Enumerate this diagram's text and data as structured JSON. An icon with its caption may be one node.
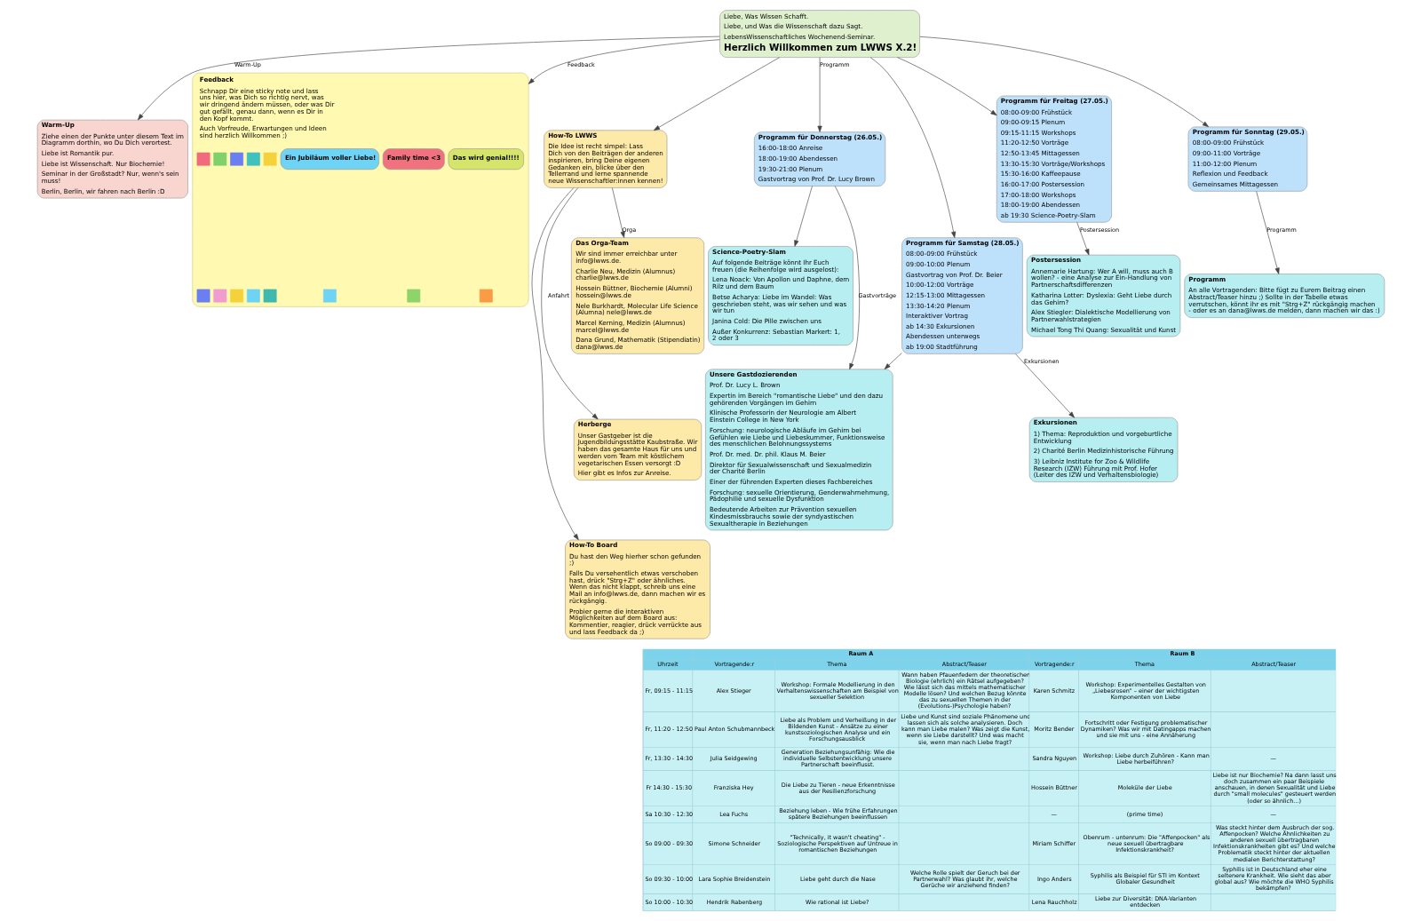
{
  "diagram": {
    "nodes": [
      {
        "text": [
          "Warm-Up",
          "Ziehe einen der Punkte unter diesem Text im Diagramm dorthin, wo Du Dich verortest.",
          "Liebe ist Romantik pur.",
          "Liebe ist Wissenschaft. Nur Biochemie!",
          "Seminar in der Großstadt? Nur, wenn's sein muss!",
          "Berlin, Berlin, wir fahren nach Berlin :D"
        ]
      },
      {
        "text": [
          "Liebe, Was Wissen Schafft.",
          "Liebe, und Was die Wissenschaft dazu Sagt.",
          "LebensWissenschaftliches Wochenend-Seminar.",
          "Herzlich Willkommen zum LWWS X.2!"
        ]
      },
      {
        "text": [
          "Feedback",
          "Schnapp Dir eine sticky note und lass uns hier, was Dich so richtig nervt, was wir dringend ändern müssen, oder was Dir gut gefällt, genau dann, wenn es Dir in den Kopf kommt.",
          "Auch Vorfreude, Erwartungen und Ideen sind herzlich Willkommen ;)"
        ]
      },
      {
        "text": [
          "Das wird genial!!!!"
        ],
        "in": 2
      },
      {
        "text": [
          "Family time <3"
        ],
        "in": 2
      },
      {
        "text": [
          "Ein Jubiläum voller Liebe!"
        ],
        "in": 2
      },
      {
        "text": [],
        "shape": "box",
        "in": 2
      },
      {
        "text": [],
        "shape": "box",
        "in": 2
      },
      {
        "text": [],
        "shape": "box",
        "in": 2
      },
      {
        "text": [],
        "shape": "box",
        "in": 2
      },
      {
        "text": [],
        "shape": "box",
        "in": 2
      },
      {
        "text": [],
        "shape": "box",
        "in": 2
      },
      {
        "text": [],
        "shape": "box",
        "in": 2
      },
      {
        "text": [],
        "shape": "box",
        "in": 2
      },
      {
        "text": [],
        "shape": "box",
        "in": 2
      },
      {
        "text": [],
        "shape": "box",
        "in": 2
      },
      {
        "text": [],
        "shape": "box",
        "in": 2
      },
      {
        "text": [],
        "shape": "box",
        "in": 2
      },
      {
        "text": [],
        "shape": "box",
        "in": 2
      },
      {
        "text": [
          "How-To LWWS",
          "Die Idee ist recht simpel: Lass Dich von den Beiträgen der anderen inspirieren, bring Deine eigenen Gedanken ein, blicke über den Tellerrand und lerne spannende neue Wissenschaftler:innen kennen!"
        ]
      },
      {
        "text": [
          "Das Orga-Team",
          "Wir sind immer erreichbar unter info@lwws.de.",
          "Charlie Neu, Medizin (Alumnus) charlie@lwws.de",
          "Hossein Büttner, Biochemie (Alumni) hossein@lwws.de",
          "Nele Burkhardt, Molecular Life Science (Alumna) nele@lwws.de",
          "Marcel Kerning, Medizin (Alumnus) marcel@lwws.de",
          "Dana Grund, Mathematik (Stipendiatin) dana@lwws.de"
        ]
      },
      {
        "text": [
          "Herberge",
          "Unser Gastgeber ist die Jugendbildungsstätte Kaubstraße. Wir haben das gesamte Haus für uns und werden vom Team mit köstlichem vegetarischen Essen versorgt :D",
          "Hier gibt es Infos zur Anreise."
        ]
      },
      {
        "text": [
          "How-To Board",
          "Du hast den Weg hierher schon gefunden ;)",
          "Falls Du versehentlich etwas verschoben hast, drück \"Strg+Z\" oder ähnliches. Wenn das nicht klappt, schreib uns eine Mail an info@lwws.de, dann machen wir es rückgängig.",
          "Probier gerne die interaktiven Möglichkeiten auf dem Board aus: Kommentier, reagier, drück verrückte aus und lass Feedback da ;)"
        ]
      },
      {
        "text": [
          "Programm für Donnerstag (26.05.)",
          "16:00-18:00 Anreise",
          "18:00-19:00 Abendessen",
          "19:30-21:00 Plenum",
          "Gastvortrag von Prof. Dr. Lucy Brown"
        ]
      },
      {
        "text": [
          "Programm für Freitag (27.05.)",
          "08:00-09:00 Frühstück",
          "09:00-09:15 Plenum",
          "09:15-11:15 Workshops",
          "11:20-12:50 Vorträge",
          "12:50-13:45 Mittagessen",
          "13:30-15:30 Vorträge/Workshops",
          "15:30-16:00 Kaffeepause",
          "16:00-17:00 Postersession",
          "17:00-18:00 Workshops",
          "18:00-19:00 Abendessen",
          "ab 19:30 Science-Poetry-Slam"
        ]
      },
      {
        "text": [
          "Programm für Samstag (28.05.)",
          "08:00-09:00 Frühstück",
          "09:00-10:00 Plenum",
          "Gastvortrag von Prof. Dr. Beier",
          "10:00-12:00 Vorträge",
          "12:15-13:00 Mittagessen",
          "13:30-14:20 Plenum",
          "Interaktiver Vortrag",
          "ab 14:30 Exkursionen",
          "Abendessen unterwegs",
          "ab 19:00 Stadtführung"
        ]
      },
      {
        "text": [
          "Programm für Sonntag (29.05.)",
          "08:00-09:00 Frühstück",
          "09:00-11:00 Vorträge",
          "11:00-12:00 Plenum",
          "Reflexion und Feedback",
          "Gemeinsames Mittagessen"
        ]
      },
      {
        "text": [
          "Science-Poetry-Slam",
          "Auf folgende Beiträge könnt Ihr Euch freuen (die Reihenfolge wird ausgelost):",
          "Lena Noack: Von Apollon und Daphne, dem Rilz und dem Baum",
          "Betse Acharya: Liebe im Wandel: Was geschrieben steht, was wir sehen und was wir tun",
          "Janina Cold: Die Pille zwischen uns",
          "Außer Konkurrenz: Sebastian Markert: 1, 2 oder 3"
        ]
      },
      {
        "text": [
          "Unsere Gastdozierenden",
          "Prof. Dr. Lucy L. Brown",
          "Expertin im Bereich \"romantische Liebe\" und den dazu gehörenden Vorgängen im Gehirn",
          "Klinische Professorin der Neurologie am Albert Einstein College in New York",
          "Forschung: neurologische Abläufe im Gehirn bei Gefühlen wie Liebe und Liebeskummer, Funktionsweise des menschlichen Belohnungssystems",
          "Prof. Dr. med. Dr. phil. Klaus M. Beier",
          "Direktor für Sexualwissenschaft und Sexualmedizin der Charité Berlin",
          "Einer der führenden Experten dieses Fachbereiches",
          "Forschung: sexuelle Orientierung, Genderwahrnehmung, Pädophilie und sexuelle Dysfunktion",
          "Bedeutende Arbeiten zur Prävention sexuellen Kindesmissbrauchs sowie der syndyastischen Sexualtherapie in Beziehungen"
        ]
      },
      {
        "text": [
          "Postersession",
          "Annemarie Hartung: Wer A will, muss auch B wollen? - eine Analyse zur Ein-Handlung von Partnerschaftsdifferenzen",
          "Katharina Lotter: Dyslexia: Geht Liebe durch das Gehirn?",
          "Alex Stiegler: Dialektische Modellierung von Partnerwahlstrategien",
          "Michael Tong Thi Quang: Sexualität und Kunst"
        ]
      },
      {
        "text": [
          "Exkursionen",
          "1) Thema: Reproduktion und vorgeburtliche Entwicklung",
          "2) Charité Berlin Medizinhistorische Führung",
          "3) Leibniz Institute for Zoo & Wildlife Research (IZW) Führung mit Prof. Hofer (Leiter des IZW und Verhaltensbiologie)"
        ]
      },
      {
        "text": [
          "Programm",
          "An alle Vortragenden: Bitte fügt zu Eurem Beitrag einen Abstract/Teaser hinzu ;) Sollte in der Tabelle etwas verrutschen, könnt ihr es mit \"Strg+Z\" rückgängig machen - oder es an dana@lwws.de melden, dann machen wir das :)"
        ]
      }
    ],
    "edges": [
      {
        "from": 1,
        "to": 0,
        "arrow": "to",
        "label": "Warm-Up"
      },
      {
        "from": 1,
        "to": 2,
        "arrow": "to",
        "label": "Feedback"
      },
      {
        "from": 1,
        "to": 19,
        "arrow": "to"
      },
      {
        "from": 19,
        "to": 20,
        "arrow": "to",
        "label": "Orga"
      },
      {
        "from": 19,
        "to": 21,
        "arrow": "to",
        "label": "Anfahrt"
      },
      {
        "from": 19,
        "to": 22,
        "arrow": "to"
      },
      {
        "from": 1,
        "to": 23,
        "arrow": "to",
        "label": "Programm"
      },
      {
        "from": 1,
        "to": 24,
        "arrow": "to"
      },
      {
        "from": 1,
        "to": 25,
        "arrow": "to"
      },
      {
        "from": 1,
        "to": 26,
        "arrow": "to"
      },
      {
        "from": 23,
        "to": 27,
        "arrow": "to"
      },
      {
        "from": 23,
        "to": 28,
        "arrow": "to",
        "label": "Gastvorträge"
      },
      {
        "from": 25,
        "to": 28,
        "arrow": "to"
      },
      {
        "from": 24,
        "to": 29,
        "arrow": "to",
        "label": "Postersession"
      },
      {
        "from": 25,
        "to": 30,
        "arrow": "to",
        "label": "Exkursionen"
      },
      {
        "from": 26,
        "to": 31,
        "arrow": "to",
        "label": "Programm"
      }
    ],
    "labels": [
      "Raum A",
      "Raum B",
      "Uhrzeit",
      "Vortragende:r",
      "Thema",
      "Abstract/Teaser",
      "Vortragende:r",
      "Thema",
      "Abstract/Teaser",
      "Fr, 09:15 - 11:15",
      "Alex Stieger",
      "Workshop: Formale Modellierung in den Verhaltenswissenschaften am Beispiel von sexueller Selektion",
      "Wann haben Pfauenfedern der theoretischen Biologie (ehrlich) ein Rätsel aufgegeben? Wie lässt sich das mittels mathematischer Modelle lösen? Und welchen Bezug könnte das zu sexuellen Themen in der (Evolutions-)Psychologie haben?",
      "Karen Schmitz",
      "Workshop: Experimentelles Gestalten von „Liebesrosen“ – einer der wichtigsten Komponenten von Liebe",
      "Fr, 11:20 - 12:50",
      "Paul Anton Schubmannbeck",
      "Liebe als Problem und Verheißung in der Bildenden Kunst - Ansätze zu einer kunstsoziologischen Analyse und ein Forschungsausblick",
      "Liebe und Kunst sind soziale Phänomene und lassen sich als solche analysieren. Doch kann man Liebe malen? Was zeigt die Kunst, wenn sie Liebe darstellt? Und was macht sie, wenn man nach Liebe fragt?",
      "Moritz Bender",
      "Fortschritt oder Festigung problematischer Dynamiken? Was wir mit Datingapps machen und sie mit uns - eine Annäherung",
      "Fr, 13:30 - 14:30",
      "Julia Seidgewing",
      "Generation Beziehungsunfähig: Wie die individuelle Selbstentwicklung unsere Partnerschaft beeinflusst.",
      "Sandra Nguyen",
      "Workshop: Liebe durch Zuhören - Kann man Liebe herbeiführen?",
      "—",
      "Fr 14:30 - 15:30",
      "Franziska Hey",
      "Die Liebe zu Tieren - neue Erkenntnisse aus der Resilienzforschung",
      "Hossein Büttner",
      "Moleküle der Liebe",
      "Liebe ist nur Biochemie? Na dann lasst uns doch zusammen ein paar Beispiele anschauen, in denen Sexualität und Liebe durch \"small molecules\" gesteuert werden (oder so ähnlich...)",
      "Sa 10:30 - 12:30",
      "Lea Fuchs",
      "Beziehung leben - Wie frühe Erfahrungen spätere Beziehungen beeinflussen",
      "—",
      "(prime time)",
      "—",
      "So 09:00 - 09:30",
      "Simone Schneider",
      "\"Technically, it wasn't cheating\" - Soziologische Perspektiven auf Untreue in romantischen Beziehungen",
      "Miriam Schiffer",
      "Obenrum - untenrum: Die \"Affenpocken\" als neue sexuell übertragbare Infektionskrankheit?",
      "Was steckt hinter dem Ausbruch der sog. Affenpocken? Welche Ähnlichkeiten zu anderen sexuell übertragbaren Infektionskrankheiten gibt es? Und welche Problematik steckt hinter der aktuellen medialen Berichterstattung?",
      "So 09:30 - 10:00",
      "Lara Sophie Breidenstein",
      "Liebe geht durch die Nase",
      "Welche Rolle spielt der Geruch bei der Partnerwahl? Was glaubt ihr, welche Gerüche wir anziehend finden?",
      "Ingo Anders",
      "Syphilis als Beispiel für STI im Kontext Globaler Gesundheit",
      "Syphilis ist in Deutschland eher eine seltenere Krankheit. Wie sieht das aber global aus? Wie möchte die WHO Syphilis bekämpfen?",
      "So 10:00 - 10:30",
      "Hendrik Rabenberg",
      "Wie rational ist Liebe?",
      "Lena Rauchholz",
      "Liebe zur Diversität: DNA-Varianten entdecken"
    ]
  }
}
